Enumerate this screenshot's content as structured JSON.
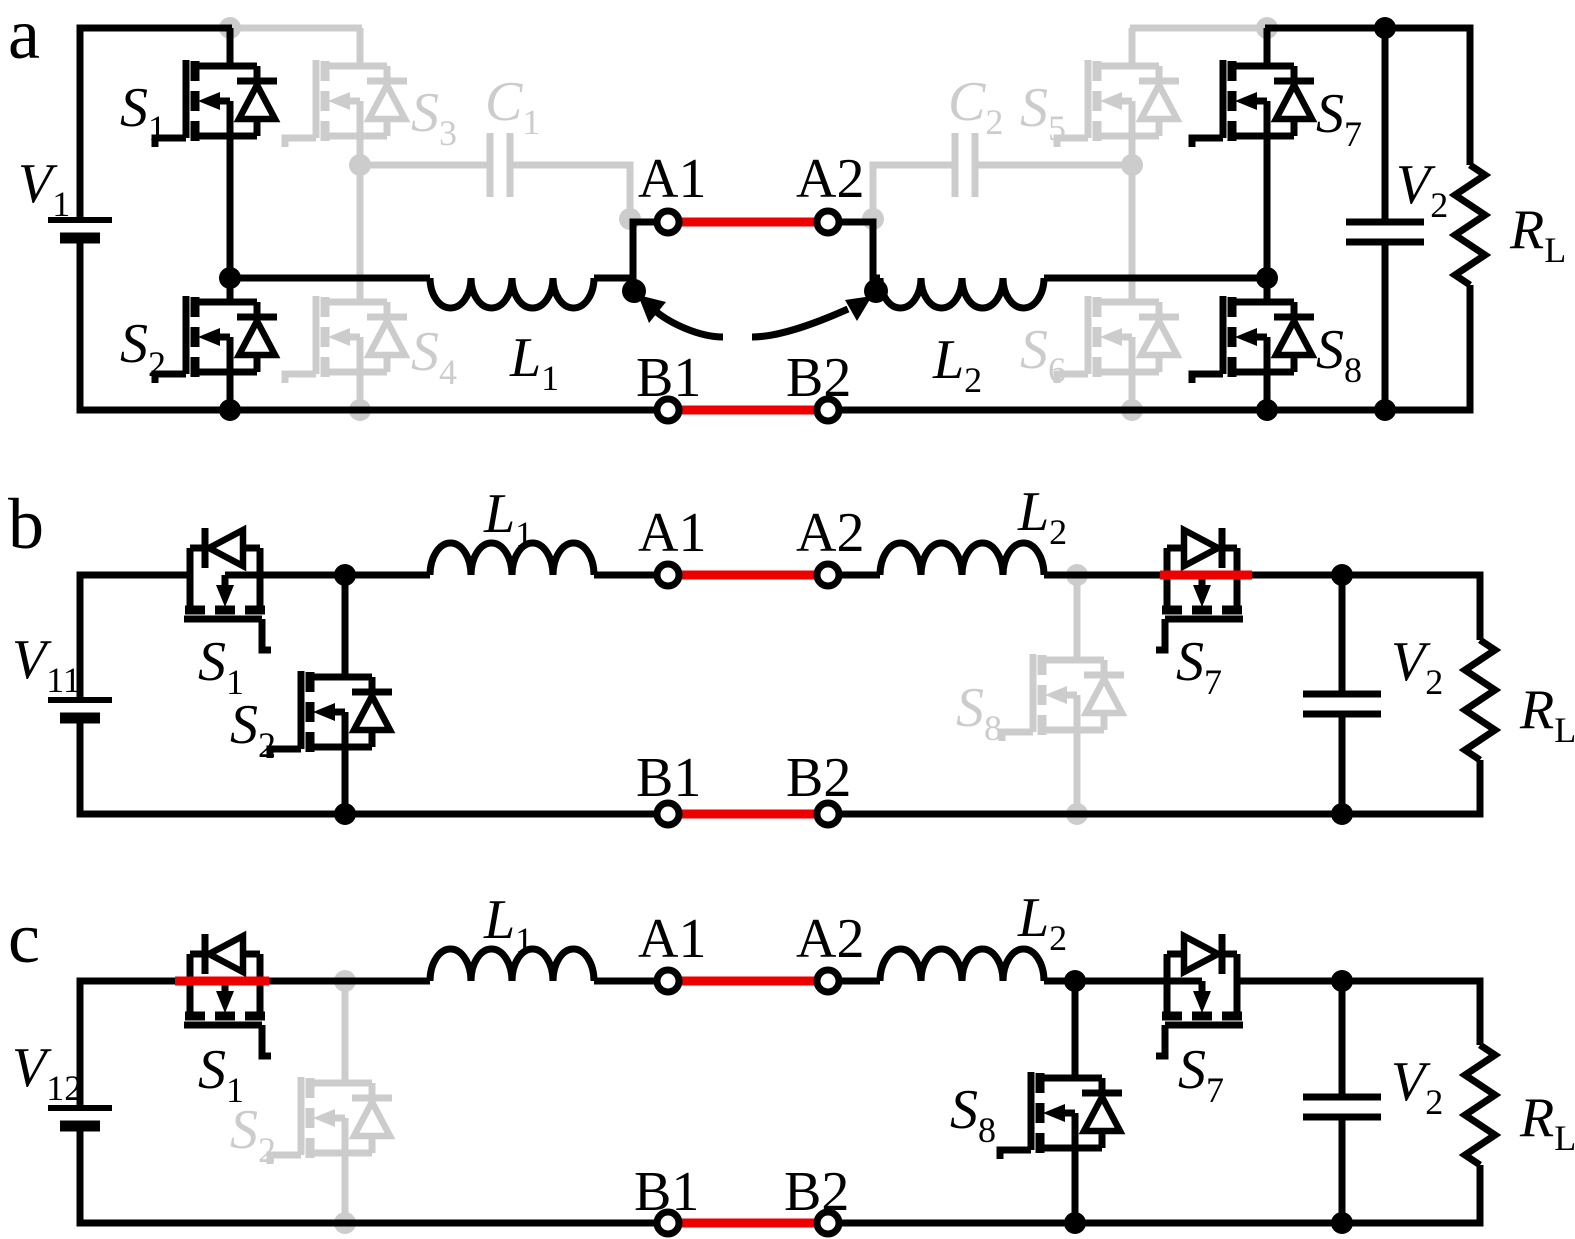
{
  "colors": {
    "active": "#000000",
    "inactive": "#cccccc",
    "highlight_link": "#ee0000"
  },
  "terminals": {
    "a1": "A1",
    "a2": "A2",
    "b1": "B1",
    "b2": "B2"
  },
  "panel_a": {
    "letter": "a",
    "v1": {
      "b": "V",
      "s": "1"
    },
    "s1": {
      "b": "S",
      "s": "1"
    },
    "s2": {
      "b": "S",
      "s": "2"
    },
    "s3": {
      "b": "S",
      "s": "3"
    },
    "s4": {
      "b": "S",
      "s": "4"
    },
    "s5": {
      "b": "S",
      "s": "5"
    },
    "s6": {
      "b": "S",
      "s": "6"
    },
    "s7": {
      "b": "S",
      "s": "7"
    },
    "s8": {
      "b": "S",
      "s": "8"
    },
    "c1": {
      "b": "C",
      "s": "1"
    },
    "c2": {
      "b": "C",
      "s": "2"
    },
    "l1": {
      "b": "L",
      "s": "1"
    },
    "l2": {
      "b": "L",
      "s": "2"
    },
    "v2": {
      "b": "V",
      "s": "2"
    },
    "rl": {
      "b": "R",
      "s": "L"
    }
  },
  "panel_b": {
    "letter": "b",
    "v11": {
      "b": "V",
      "s": "11"
    },
    "s1": {
      "b": "S",
      "s": "1"
    },
    "s2": {
      "b": "S",
      "s": "2"
    },
    "s7": {
      "b": "S",
      "s": "7"
    },
    "s8": {
      "b": "S",
      "s": "8"
    },
    "l1": {
      "b": "L",
      "s": "1"
    },
    "l2": {
      "b": "L",
      "s": "2"
    },
    "v2": {
      "b": "V",
      "s": "2"
    },
    "rl": {
      "b": "R",
      "s": "L"
    }
  },
  "panel_c": {
    "letter": "c",
    "v12": {
      "b": "V",
      "s": "12"
    },
    "s1": {
      "b": "S",
      "s": "1"
    },
    "s2": {
      "b": "S",
      "s": "2"
    },
    "s7": {
      "b": "S",
      "s": "7"
    },
    "s8": {
      "b": "S",
      "s": "8"
    },
    "l1": {
      "b": "L",
      "s": "1"
    },
    "l2": {
      "b": "L",
      "s": "2"
    },
    "v2": {
      "b": "V",
      "s": "2"
    },
    "rl": {
      "b": "R",
      "s": "L"
    }
  }
}
